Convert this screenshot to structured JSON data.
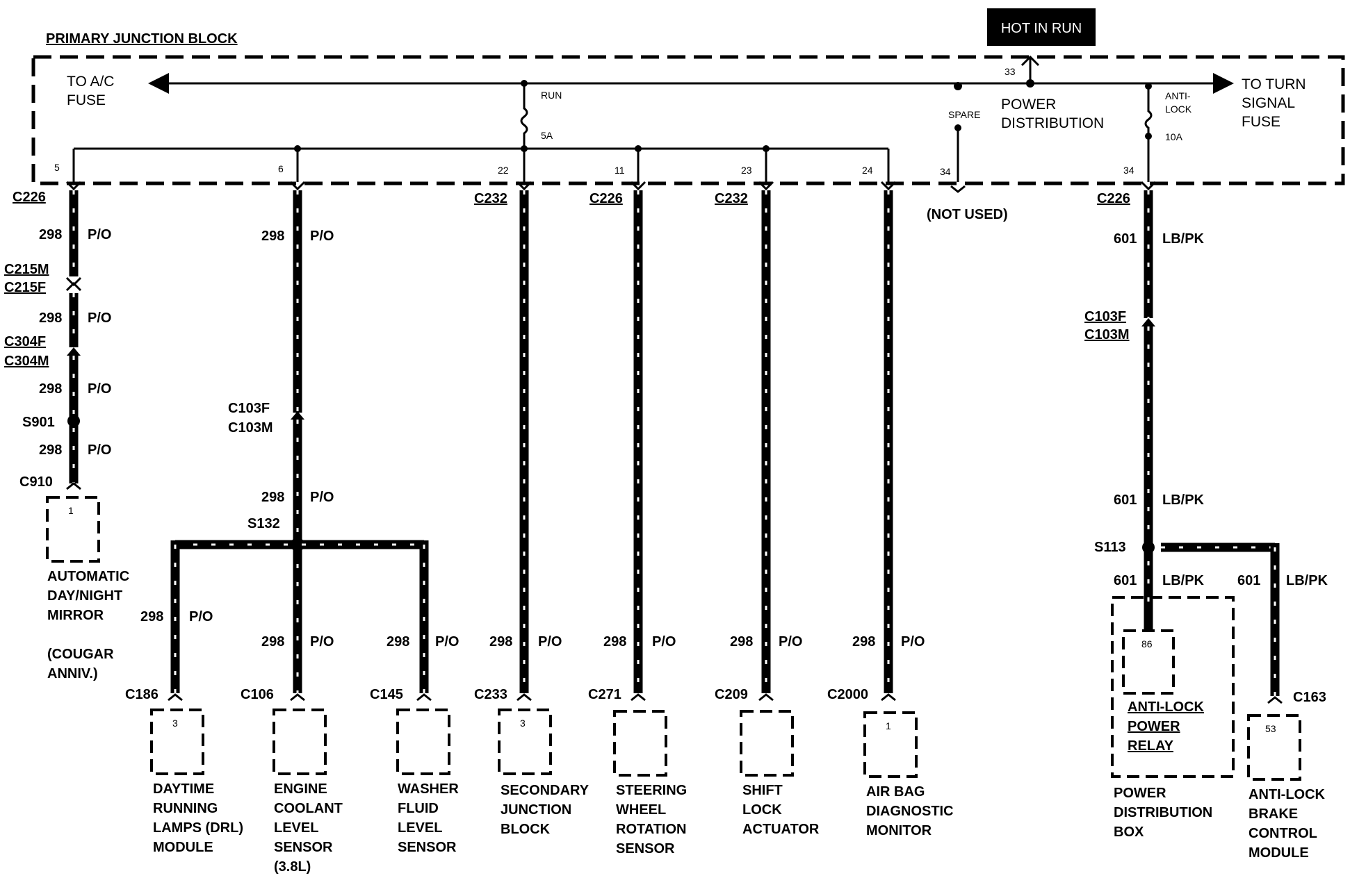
{
  "block": {
    "title": "PRIMARY JUNCTION BLOCK",
    "hot_label": "HOT IN RUN",
    "to_ac": [
      "TO A/C",
      "FUSE"
    ],
    "to_turn": [
      "TO TURN",
      "SIGNAL",
      "FUSE"
    ],
    "run_fuse": {
      "name": "RUN",
      "rating": "5A"
    },
    "antilock_fuse": {
      "name": [
        "ANTI-",
        "LOCK"
      ],
      "rating": "10A"
    },
    "spare": "SPARE",
    "power_distribution": [
      "POWER",
      "DISTRIBUTION"
    ],
    "pin_33": "33",
    "not_used": "(NOT USED)"
  },
  "circuits": [
    {
      "id": "drl",
      "pin": "5",
      "top_connector": "C226",
      "segments": [
        {
          "num": "298",
          "color": "P/O"
        },
        {
          "num": "298",
          "color": "P/O"
        },
        {
          "num": "298",
          "color": "P/O"
        },
        {
          "num": "298",
          "color": "P/O"
        }
      ],
      "inline1": [
        "C215M",
        "C215F"
      ],
      "inline2": [
        "C304F",
        "C304M"
      ],
      "splice": "S901",
      "end_connector": "C910",
      "component_pin": "1",
      "component": [
        "AUTOMATIC",
        "DAY/NIGHT",
        "MIRROR"
      ],
      "note": [
        "(COUGAR",
        "ANNIV.)"
      ]
    },
    {
      "id": "s132",
      "pin": "6",
      "segments": [
        {
          "num": "298",
          "color": "P/O"
        },
        {
          "num": "298",
          "color": "P/O"
        }
      ],
      "inline": [
        "C103F",
        "C103M"
      ],
      "splice": "S132",
      "branches": [
        {
          "num": "298",
          "color": "P/O",
          "connector": "C186",
          "pin": "3",
          "component": [
            "DAYTIME",
            "RUNNING",
            "LAMPS (DRL)",
            "MODULE"
          ]
        },
        {
          "num": "298",
          "color": "P/O",
          "connector": "C106",
          "pin": "",
          "component": [
            "ENGINE",
            "COOLANT",
            "LEVEL",
            "SENSOR",
            "(3.8L)"
          ]
        },
        {
          "num": "298",
          "color": "P/O",
          "connector": "C145",
          "pin": "",
          "component": [
            "WASHER",
            "FLUID",
            "LEVEL",
            "SENSOR"
          ]
        }
      ]
    },
    {
      "id": "sjb",
      "pin": "22",
      "top_connector": "C232",
      "num": "298",
      "color": "P/O",
      "connector": "C233",
      "component_pin": "3",
      "component": [
        "SECONDARY",
        "JUNCTION",
        "BLOCK"
      ]
    },
    {
      "id": "steer",
      "pin": "11",
      "top_connector": "C226",
      "num": "298",
      "color": "P/O",
      "connector": "C271",
      "component_pin": "",
      "component": [
        "STEERING",
        "WHEEL",
        "ROTATION",
        "SENSOR"
      ]
    },
    {
      "id": "shift",
      "pin": "23",
      "top_connector": "C232",
      "num": "298",
      "color": "P/O",
      "connector": "C209",
      "component_pin": "",
      "component": [
        "SHIFT",
        "LOCK",
        "ACTUATOR"
      ]
    },
    {
      "id": "airbag",
      "pin": "24",
      "num": "298",
      "color": "P/O",
      "connector": "C2000",
      "component_pin": "1",
      "component": [
        "AIR BAG",
        "DIAGNOSTIC",
        "MONITOR"
      ]
    },
    {
      "id": "spare34",
      "pin": "34"
    },
    {
      "id": "abs",
      "pin": "34",
      "top_connector": "C226",
      "segments": [
        {
          "num": "601",
          "color": "LB/PK"
        },
        {
          "num": "601",
          "color": "LB/PK"
        }
      ],
      "inline": [
        "C103F",
        "C103M"
      ],
      "splice": "S113",
      "relay_branch": {
        "num": "601",
        "color": "LB/PK",
        "pin": "86",
        "relay": [
          "ANTI-LOCK",
          "POWER",
          "RELAY"
        ],
        "box": [
          "POWER",
          "DISTRIBUTION",
          "BOX"
        ]
      },
      "module_branch": {
        "num": "601",
        "color": "LB/PK",
        "connector": "C163",
        "pin": "53",
        "component": [
          "ANTI-LOCK",
          "BRAKE",
          "CONTROL",
          "MODULE"
        ]
      }
    }
  ]
}
